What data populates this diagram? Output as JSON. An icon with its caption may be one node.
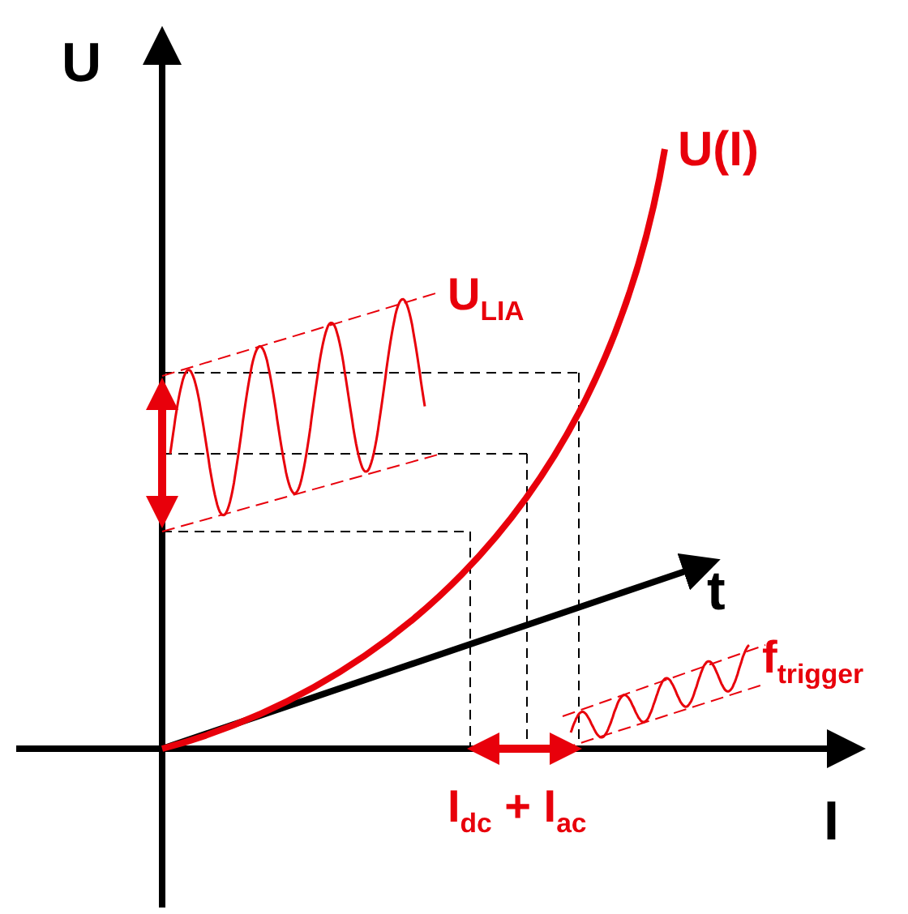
{
  "diagram": {
    "labels": [
      "U",
      "U(I)",
      "U$_{LIA}$",
      "t",
      "f$_{trigger}$",
      "I",
      "I$_{dc}$ + I$_{ac}$"
    ]
  }
}
